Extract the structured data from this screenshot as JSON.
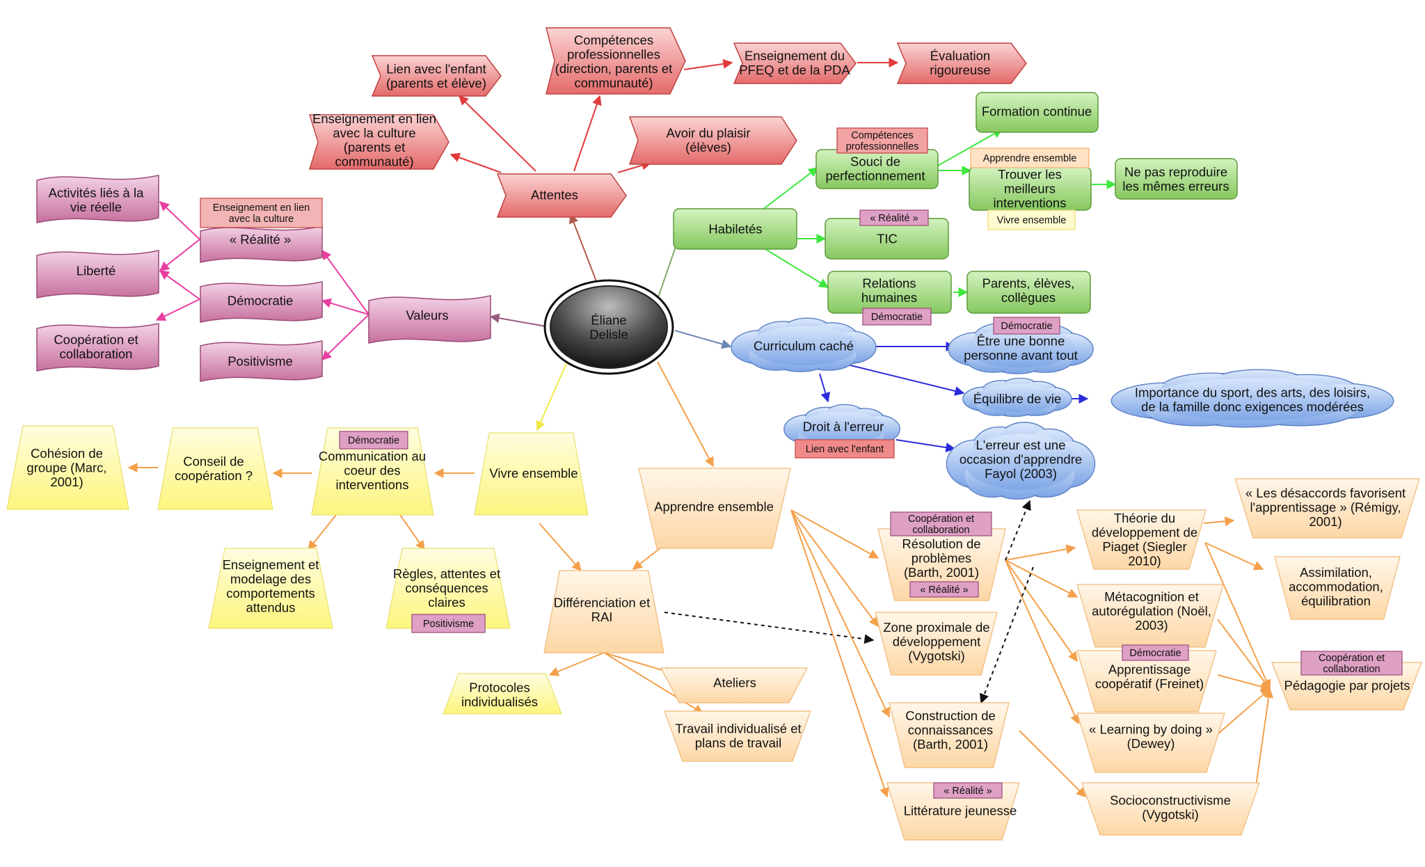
{
  "center": "Éliane\nDelisle",
  "nodes": {
    "attentes": "Attentes",
    "lien_enfant": "Lien avec l'enfant\n(parents et élève)",
    "competences_pro": "Compétences\nprofessionnelles\n(direction, parents et\ncommunauté)",
    "enseignement_pfeq": "Enseignement du\nPFEQ et de la PDA",
    "evaluation": "Évaluation\nrigoureuse",
    "enseignement_culture": "Enseignement en lien\navec la culture\n(parents et\ncommunauté)",
    "avoir_plaisir": "Avoir du plaisir\n(élèves)",
    "valeurs": "Valeurs",
    "realite": "« Réalité »",
    "democratie": "Démocratie",
    "positivisme": "Positivisme",
    "activites": "Activités liés à la\nvie réelle",
    "liberte": "Liberté",
    "cooperation": "Coopération et\ncollaboration",
    "habiletes": "Habiletés",
    "souci": "Souci de\nperfectionnement",
    "formation": "Formation continue",
    "trouver": "Trouver les\nmeilleurs\ninterventions",
    "ne_pas": "Ne pas reproduire\nles mêmes erreurs",
    "tic": "TIC",
    "relations": "Relations\nhumaines",
    "parents_eleves": "Parents, élèves,\ncollègues",
    "curriculum": "Curriculum caché",
    "bonne_personne": "Être une bonne\npersonne avant tout",
    "equilibre": "Équilibre de vie",
    "importance": "Importance du sport, des arts, des loisirs,\nde la famille donc exigences modérées",
    "droit_erreur": "Droit à l'erreur",
    "erreur_occasion": "L'erreur est une\noccasion d'apprendre\nFayol (2003)",
    "vivre": "Vivre ensemble",
    "communication": "Communication au\ncoeur des\ninterventions",
    "conseil": "Conseil de\ncoopération ?",
    "cohesion": "Cohésion de\ngroupe (Marc,\n2001)",
    "modelage": "Enseignement et\nmodelage des\ncomportements\nattendus",
    "regles": "Règles, attentes et\nconséquences\nclaires",
    "apprendre": "Apprendre ensemble",
    "differenciation": "Différenciation et\nRAI",
    "protocoles": "Protocoles\nindividualisés",
    "ateliers": "Ateliers",
    "travail_indiv": "Travail individualisé et\nplans de travail",
    "resolution": "Résolution de\nproblèmes\n(Barth, 2001)",
    "zone": "Zone proximale de\ndéveloppement\n(Vygotski)",
    "construction": "Construction de\nconnaissances\n(Barth, 2001)",
    "litterature": "Littérature jeunesse",
    "piaget": "Théorie du\ndéveloppement de\nPiaget (Siegler\n2010)",
    "metacognition": "Métacognition et\nautorégulation (Noël,\n2003)",
    "apprentissage_coop": "Apprentissage\ncoopératif (Freinet)",
    "learning": "« Learning by doing »\n(Dewey)",
    "socioconstructivisme": "Socioconstructivisme\n(Vygotski)",
    "desaccords": "« Les désaccords favorisent\nl'apprentissage » (Rémigy,\n2001)",
    "assimilation": "Assimilation,\naccommodation,\néquilibration",
    "pedagogie": "Pédagogie par projets"
  },
  "tags": {
    "enseignement_lien": "Enseignement en lien\navec la culture",
    "competences": "Compétences\nprofessionnelles",
    "apprendre_ensemble": "Apprendre ensemble",
    "vivre_ensemble": "Vivre ensemble",
    "realite": "« Réalité »",
    "democratie": "Démocratie",
    "lien_enfant": "Lien avec l'enfant",
    "positivisme": "Positivisme",
    "cooperation": "Coopération et\ncollaboration"
  },
  "colors": {
    "red_fill": "#ef8080",
    "red_stroke": "#c04040",
    "red_line": "#e23a3a",
    "pink_fill": "#d98bb3",
    "pink_stroke": "#9a4a78",
    "pink_line": "#e83ea0",
    "green_fill": "#96d472",
    "green_stroke": "#5c9a3c",
    "green_line": "#3ee83e",
    "blue_fill": "#8eb4ec",
    "blue_stroke": "#5a80c4",
    "blue_line": "#2b2bdb",
    "yellow_fill": "#fffcb8",
    "yellow_line": "#f0e848",
    "orange_fill": "#fde6c2",
    "orange_line": "#f4a04a",
    "center_fill": "#5a5a5a",
    "center_stroke": "#111111"
  }
}
